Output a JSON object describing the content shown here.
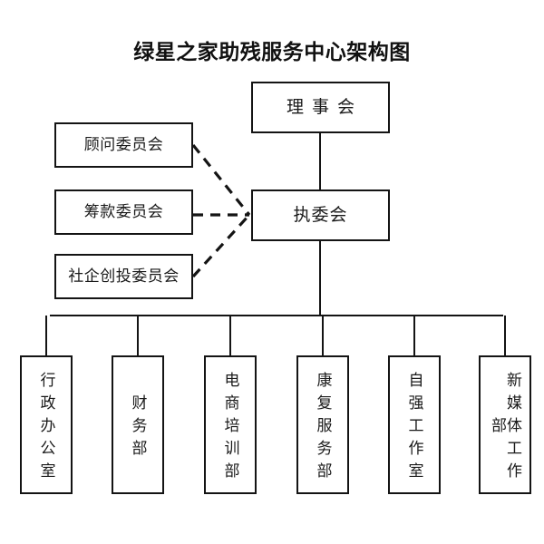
{
  "title": "绿星之家助残服务中心架构图",
  "board": {
    "label": "理事会"
  },
  "executive": {
    "label": "执委会"
  },
  "committees": [
    {
      "label": "顾问委员会"
    },
    {
      "label": "筹款委员会"
    },
    {
      "label": "社企创投委员会"
    }
  ],
  "departments": [
    {
      "label": "行政办公室"
    },
    {
      "label": "财务部"
    },
    {
      "label": "电商培训部"
    },
    {
      "label": "康复服务部"
    },
    {
      "label": "自强工作室"
    },
    {
      "label": "新媒体工作部"
    }
  ],
  "colors": {
    "background": "#ffffff",
    "line": "#141414",
    "text": "#1a1a1a",
    "box_border": "#141414"
  },
  "connectors": {
    "solid_note": "board-to-executive, executive-to-bus, bus-to-six-departments",
    "dashed_note": "three advisory committees connect to executive committee with dashed lines"
  }
}
